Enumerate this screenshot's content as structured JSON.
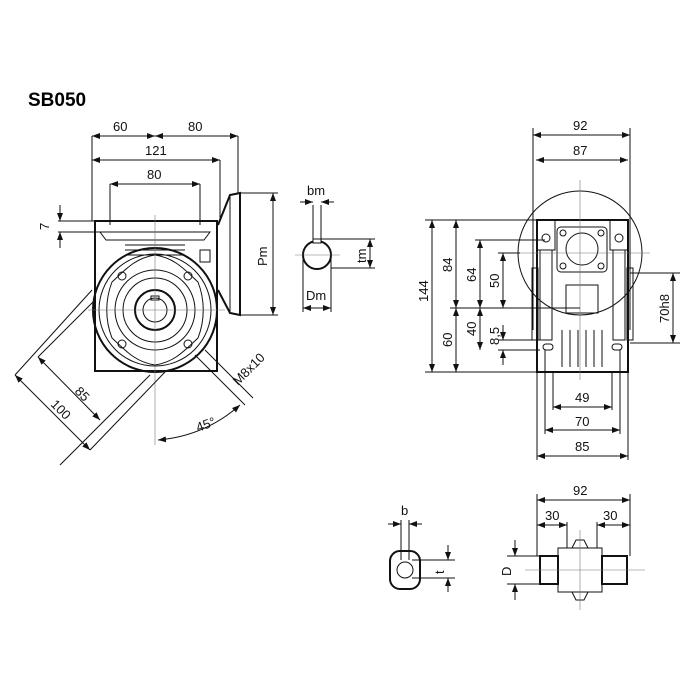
{
  "title": "SB050",
  "side_view": {
    "dims": {
      "d60": "60",
      "d80_top": "80",
      "d121": "121",
      "d80": "80",
      "d7": "7",
      "pm": "Pm",
      "d85": "85",
      "d100": "100",
      "angle": "45°",
      "thread": "M8x10"
    }
  },
  "motor_shaft": {
    "bm": "bm",
    "tm": "tm",
    "dm": "Dm"
  },
  "front_view": {
    "dims": {
      "d92": "92",
      "d87": "87",
      "d144": "144",
      "d84": "84",
      "d64": "64",
      "d50": "50",
      "d60": "60",
      "d40": "40",
      "d8_5": "8,5",
      "d70h8": "70h8",
      "d49": "49",
      "d70": "70",
      "d85": "85"
    }
  },
  "hollow_shaft": {
    "b": "b",
    "t": "t",
    "d": "D"
  },
  "output_shaft": {
    "d92": "92",
    "d30_left": "30",
    "d30_right": "30"
  }
}
